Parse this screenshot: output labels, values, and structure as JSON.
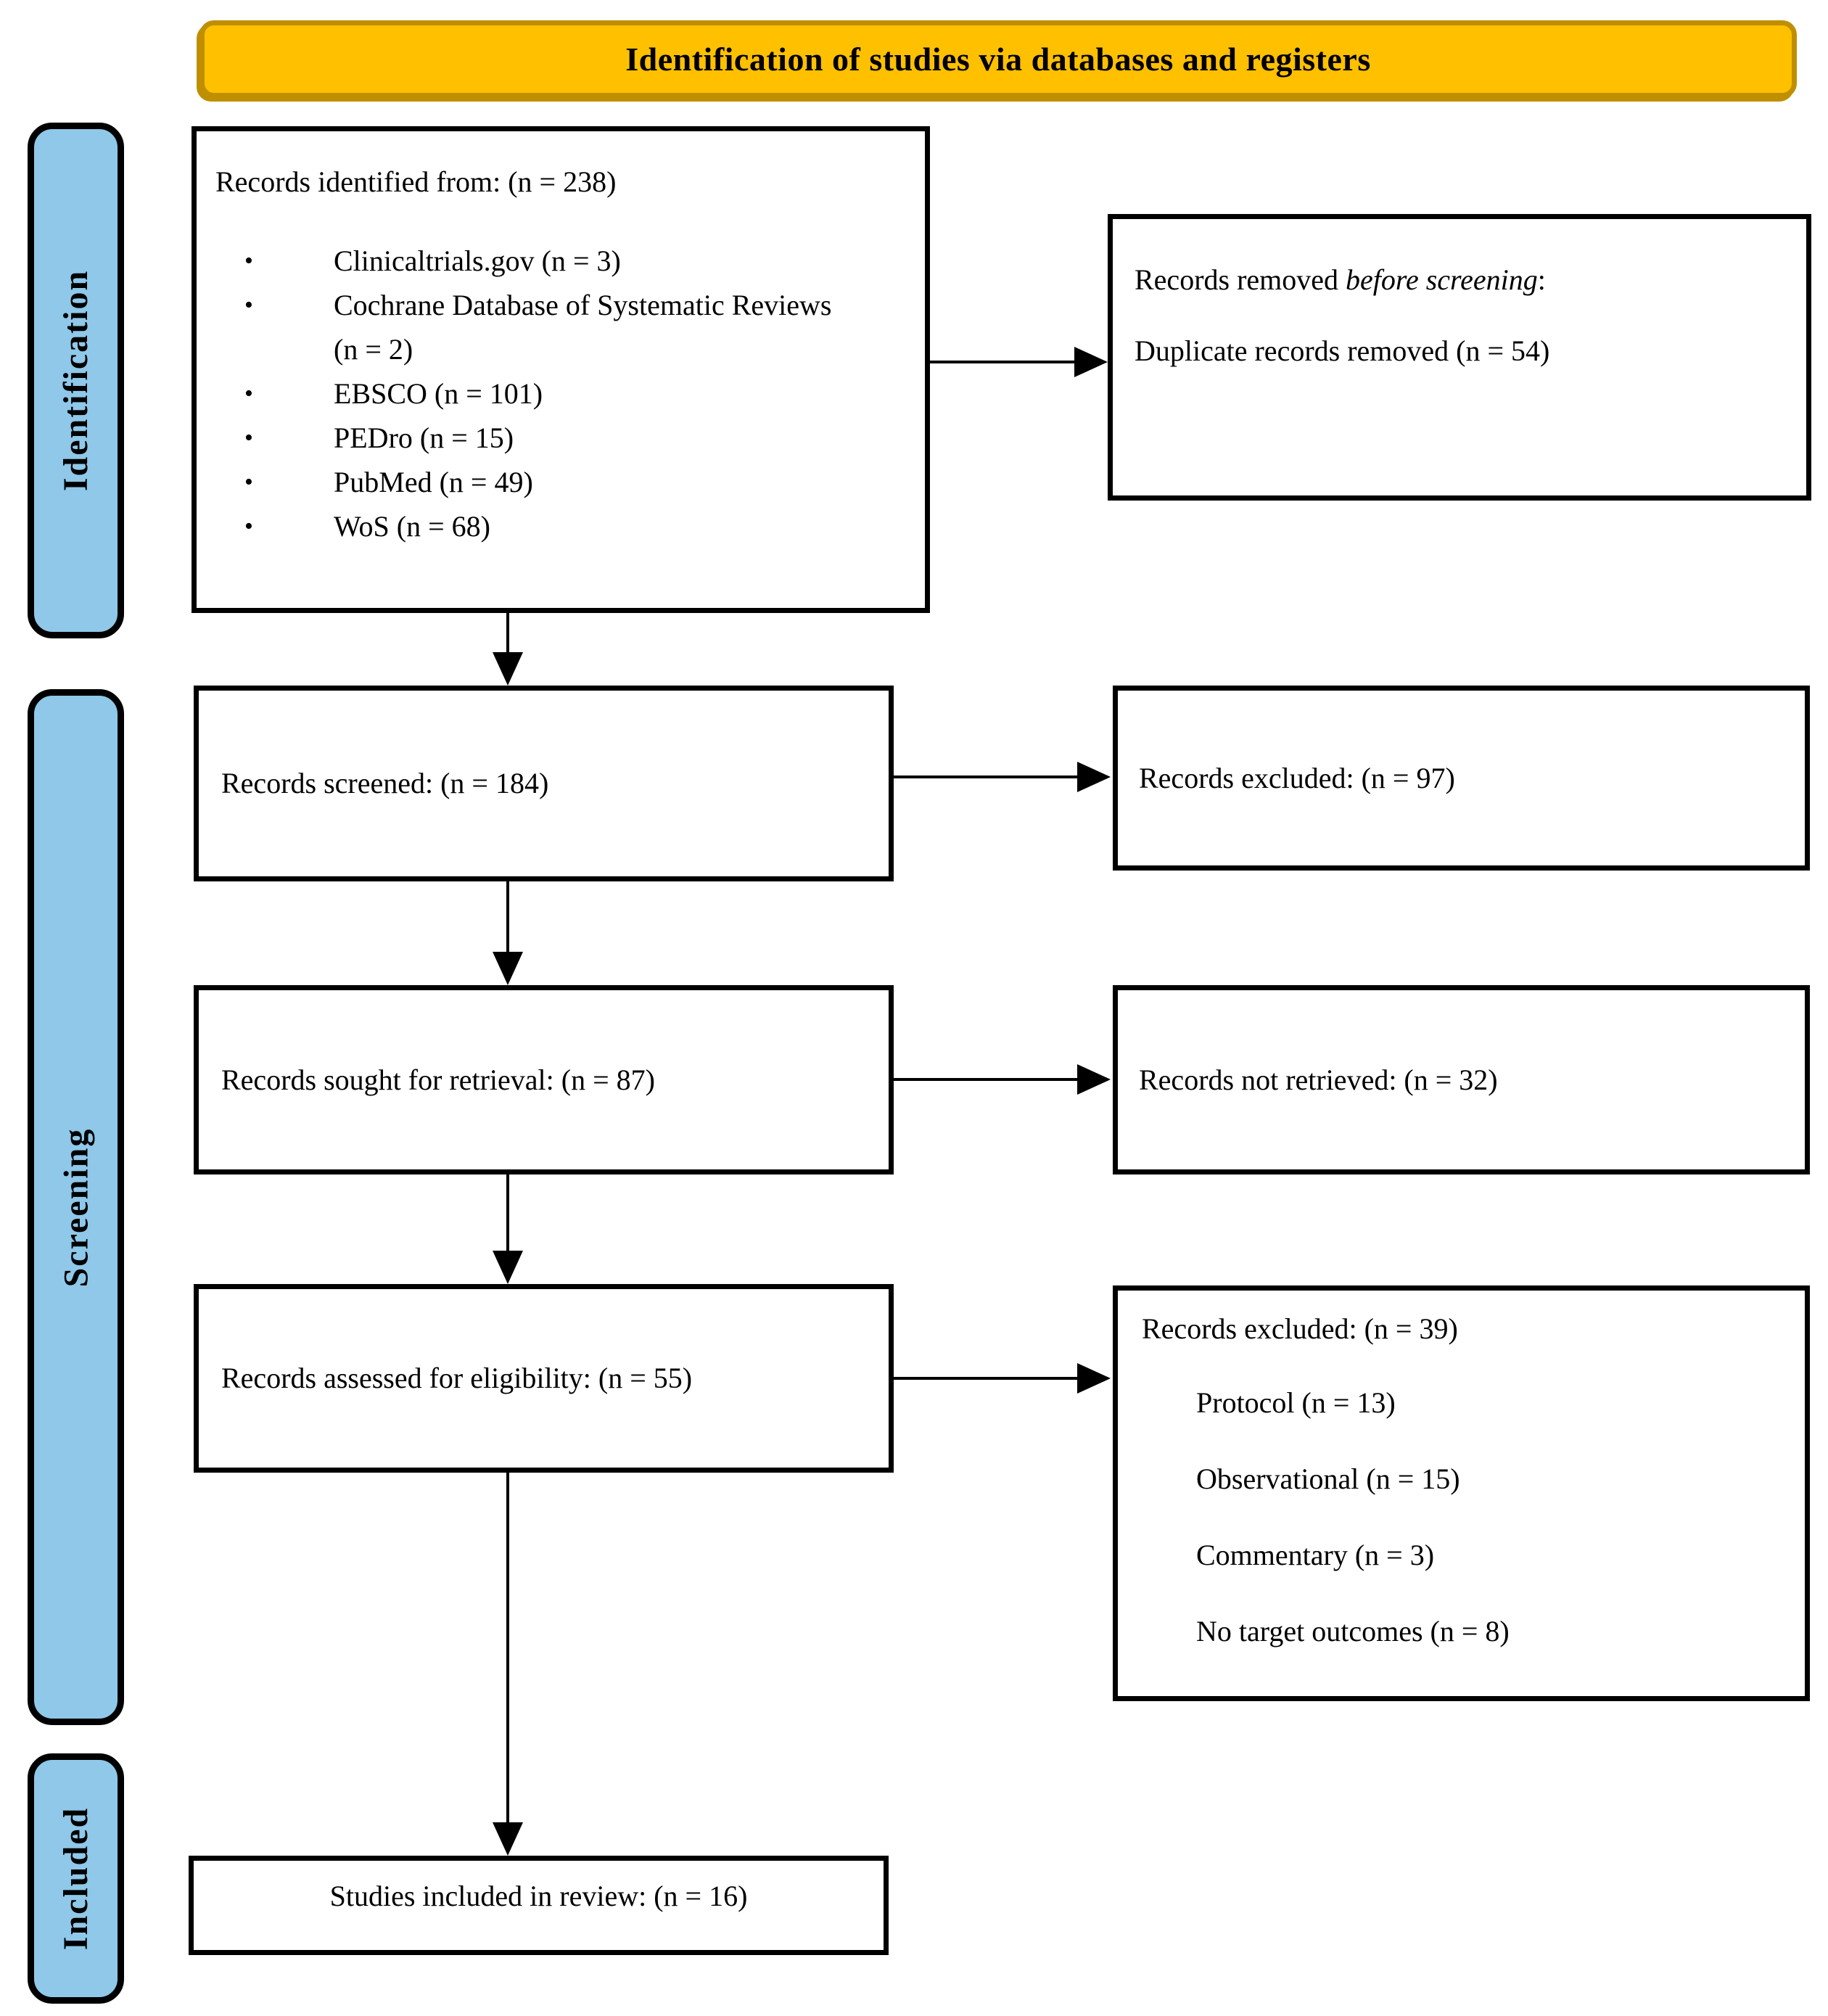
{
  "banner": {
    "title": "Identification of studies via databases and registers",
    "bg_color": "#FFC000",
    "border_color": "#BF8F00"
  },
  "sidebar": {
    "bg_color": "#8FC8E9",
    "stages": [
      {
        "label": "Identification"
      },
      {
        "label": "Screening"
      },
      {
        "label": "Included"
      }
    ]
  },
  "glyphs": {
    "bullet": "•"
  },
  "boxes": {
    "identified": {
      "title": "Records identified from: (n = 238)",
      "bullets": [
        "Clinicaltrials.gov (n = 3)",
        "Cochrane Database of Systematic Reviews (n = 2)",
        "EBSCO (n = 101)",
        "PEDro (n = 15)",
        "PubMed (n = 49)",
        "WoS (n = 68)"
      ]
    },
    "removed": {
      "line1_prefix": "Records removed ",
      "line1_italic": "before screening",
      "line1_suffix": ":",
      "line2": "Duplicate records removed (n = 54)"
    },
    "screened": {
      "text": "Records screened: (n = 184)"
    },
    "excluded_screening": {
      "text": "Records excluded: (n = 97)"
    },
    "sought": {
      "text": "Records sought for retrieval: (n = 87)"
    },
    "not_retrieved": {
      "text": "Records not retrieved: (n = 32)"
    },
    "assessed": {
      "text": "Records assessed for eligibility: (n = 55)"
    },
    "excluded_eligibility": {
      "title": "Records excluded: (n = 39)",
      "reasons": [
        "Protocol (n = 13)",
        "Observational (n = 15)",
        "Commentary (n = 3)",
        "No target outcomes (n = 8)"
      ]
    },
    "included": {
      "text": "Studies included in review: (n = 16)"
    }
  }
}
